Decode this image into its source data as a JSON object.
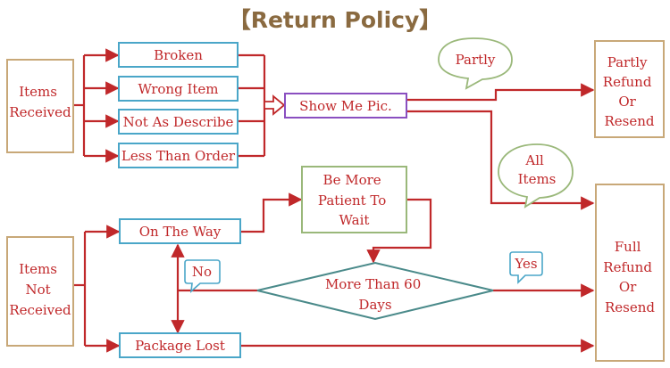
{
  "title": "【Return Policy】",
  "nodes": {
    "items_received": [
      "Items",
      "Received"
    ],
    "broken": "Broken",
    "wrong_item": "Wrong Item",
    "not_as_describe": "Not As Describe",
    "less_than_order": "Less Than Order",
    "show_me_pic": "Show Me Pic.",
    "partly_refund": [
      "Partly",
      "Refund",
      "Or",
      "Resend"
    ],
    "items_not_received": [
      "Items",
      "Not",
      "Received"
    ],
    "on_the_way": "On The Way",
    "be_more_patient": [
      "Be More",
      "Patient To",
      "Wait"
    ],
    "more_than_60_days": [
      "More Than 60",
      "Days"
    ],
    "package_lost": "Package Lost",
    "full_refund": [
      "Full",
      "Refund",
      "Or",
      "Resend"
    ]
  },
  "bubbles": {
    "partly": "Partly",
    "all_items": [
      "All",
      "Items"
    ],
    "no": "No",
    "yes": "Yes"
  },
  "colors": {
    "title": "#8a6a40",
    "arrow": "#c0282a",
    "text": "#c0282a",
    "tan_border": "#c8a878",
    "blue_border": "#4aa6c8",
    "purple_border": "#8a4fc0",
    "green_border": "#9ab87a",
    "teal_border": "#4a8a8a"
  }
}
